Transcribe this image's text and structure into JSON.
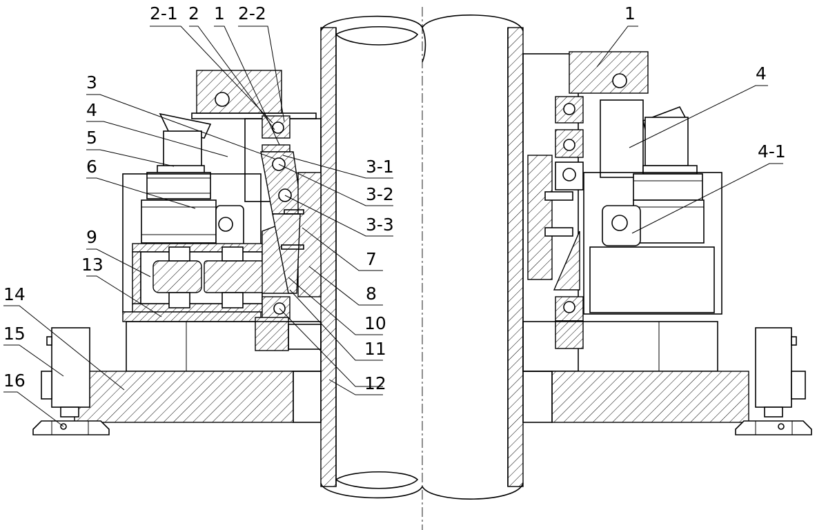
{
  "drawing": {
    "left_labels": [
      {
        "id": "l-2-1",
        "text": "2-1"
      },
      {
        "id": "l-2",
        "text": "2"
      },
      {
        "id": "l-1a",
        "text": "1"
      },
      {
        "id": "l-2-2",
        "text": "2-2"
      },
      {
        "id": "l-3",
        "text": "3"
      },
      {
        "id": "l-4a",
        "text": "4"
      },
      {
        "id": "l-5",
        "text": "5"
      },
      {
        "id": "l-6",
        "text": "6"
      },
      {
        "id": "l-9",
        "text": "9"
      },
      {
        "id": "l-13",
        "text": "13"
      },
      {
        "id": "l-14",
        "text": "14"
      },
      {
        "id": "l-15",
        "text": "15"
      },
      {
        "id": "l-16",
        "text": "16"
      }
    ],
    "middle_labels": [
      {
        "id": "l-3-1",
        "text": "3-1"
      },
      {
        "id": "l-3-2",
        "text": "3-2"
      },
      {
        "id": "l-3-3",
        "text": "3-3"
      },
      {
        "id": "l-7",
        "text": "7"
      },
      {
        "id": "l-8",
        "text": "8"
      },
      {
        "id": "l-10",
        "text": "10"
      },
      {
        "id": "l-11",
        "text": "11"
      },
      {
        "id": "l-12",
        "text": "12"
      }
    ],
    "right_labels": [
      {
        "id": "l-1b",
        "text": "1"
      },
      {
        "id": "l-4b",
        "text": "4"
      },
      {
        "id": "l-4-1",
        "text": "4-1"
      }
    ]
  }
}
